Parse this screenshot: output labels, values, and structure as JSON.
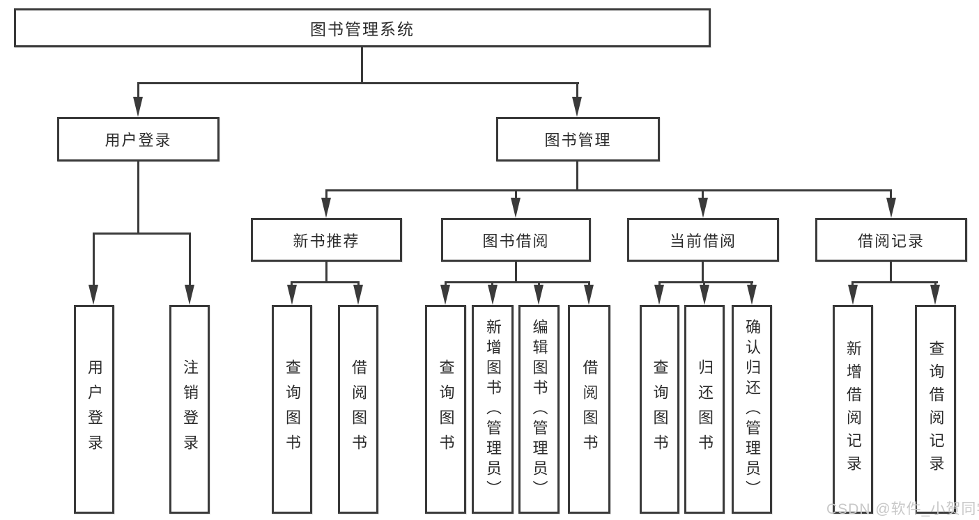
{
  "colors": {
    "line": "#3a3a3a",
    "text": "#2b2b2b",
    "background": "#ffffff",
    "watermark": "#c8c8c8"
  },
  "diagram": {
    "root": "图书管理系统",
    "level1": [
      "用户登录",
      "图书管理"
    ],
    "level2": [
      "新书推荐",
      "图书借阅",
      "当前借阅",
      "借阅记录"
    ],
    "leaves": {
      "user_login": [
        "用户登录",
        "注销登录"
      ],
      "new_book_recommend": [
        "查询图书",
        "借阅图书"
      ],
      "book_borrow": [
        "查询图书",
        "新增图书（管理员）",
        "编辑图书（管理员）",
        "借阅图书"
      ],
      "current_borrow": [
        "查询图书",
        "归还图书",
        "确认归还（管理员）"
      ],
      "borrow_records": [
        "新增借阅记录",
        "查询借阅记录"
      ]
    }
  },
  "watermark": {
    "text": "CSDN @软件_小贺同学"
  }
}
